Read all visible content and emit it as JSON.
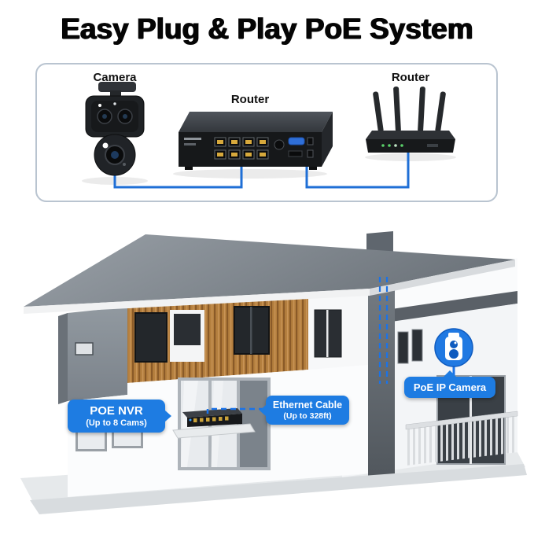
{
  "page": {
    "title": "Easy Plug & Play PoE System"
  },
  "diagram": {
    "camera_label": "Camera",
    "nvr_label": "Router",
    "router_label": "Router"
  },
  "house": {
    "nvr_badge": {
      "title": "POE NVR",
      "subtitle": "(Up to 8 Cams)"
    },
    "cable_badge": {
      "title": "Ethernet Cable",
      "subtitle": "(Up to 328ft)"
    },
    "camera_badge": {
      "title": "PoE IP Camera"
    }
  },
  "colors": {
    "accent_blue": "#1a73e8",
    "badge_blue": "#1e7ce2",
    "wood_accent": "#b5803f",
    "roof_gray": "#7d848c"
  },
  "icons": {
    "camera_device": "ptz-dual-lens-camera",
    "nvr_device": "poe-nvr-8-port",
    "router_device": "wifi-router-4-antennas",
    "wall_camera": "poe-ip-camera-circle-icon"
  }
}
